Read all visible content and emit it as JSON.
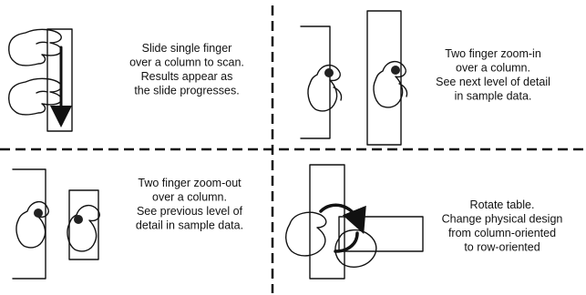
{
  "panels": [
    {
      "id": "scan",
      "gesture_icon": "hand-slide-down-icon",
      "lines": [
        "Slide single finger",
        "over a column to scan.",
        "Results appear as",
        "the slide progresses."
      ]
    },
    {
      "id": "zoom-in",
      "gesture_icon": "two-finger-zoom-in-icon",
      "lines": [
        "Two finger zoom-in",
        "over a column.",
        "See next level of detail",
        "in sample data."
      ]
    },
    {
      "id": "zoom-out",
      "gesture_icon": "two-finger-zoom-out-icon",
      "lines": [
        "Two finger zoom-out",
        "over a column.",
        "See previous level of",
        "detail in sample data."
      ]
    },
    {
      "id": "rotate",
      "gesture_icon": "rotate-table-icon",
      "lines": [
        "Rotate table.",
        "Change physical design",
        "from column-oriented",
        "to row-oriented"
      ]
    }
  ],
  "colors": {
    "ink": "#111111",
    "finger": "#222222"
  }
}
